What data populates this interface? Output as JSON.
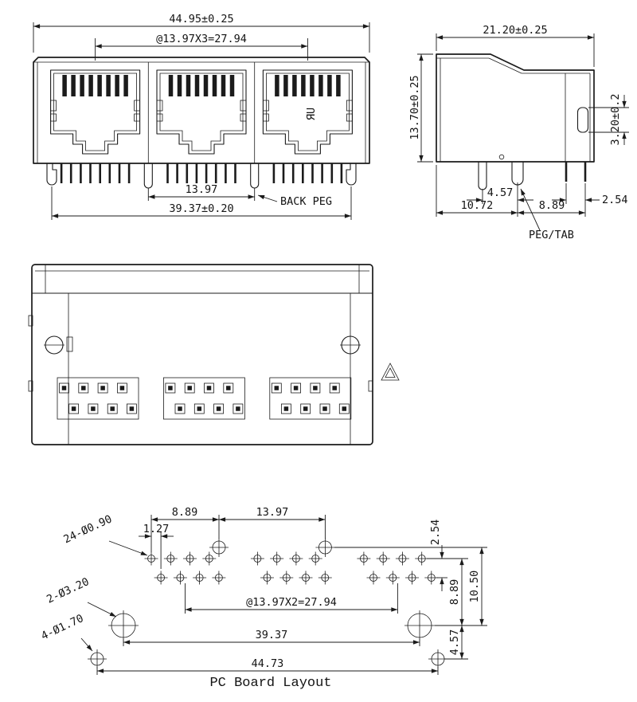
{
  "front": {
    "overall_width": "44.95±0.25",
    "port_pitch": "@13.97X3=27.94",
    "back_peg_pitch": "13.97",
    "back_peg_label": "BACK PEG",
    "pin_span": "39.37±0.20",
    "ul_mark": "ЯU"
  },
  "side": {
    "depth": "21.20±0.25",
    "height": "13.70±0.25",
    "tab_height": "3.20±0.2",
    "peg_to_tab": "4.57",
    "pin_pitch": "2.54",
    "edge_to_tab": "10.72",
    "tab_to_pins": "8.89",
    "peg_tab_label": "PEG/TAB"
  },
  "pcb": {
    "pin_to_peg": "8.89",
    "peg_pitch": "13.97",
    "row_stagger": "1.27",
    "pin_holes": "24-Ø0.90",
    "peg_holes": "2-Ø3.20",
    "mount_holes": "4-Ø1.70",
    "group_pitch": "@13.97X2=27.94",
    "row_pitch": "2.54",
    "row_to_mount": "8.89",
    "peg_to_mount": "10.50",
    "mount_span": "39.37",
    "mount_to_hole": "4.57",
    "outer_span": "44.73",
    "caption": "PC Board Layout"
  }
}
